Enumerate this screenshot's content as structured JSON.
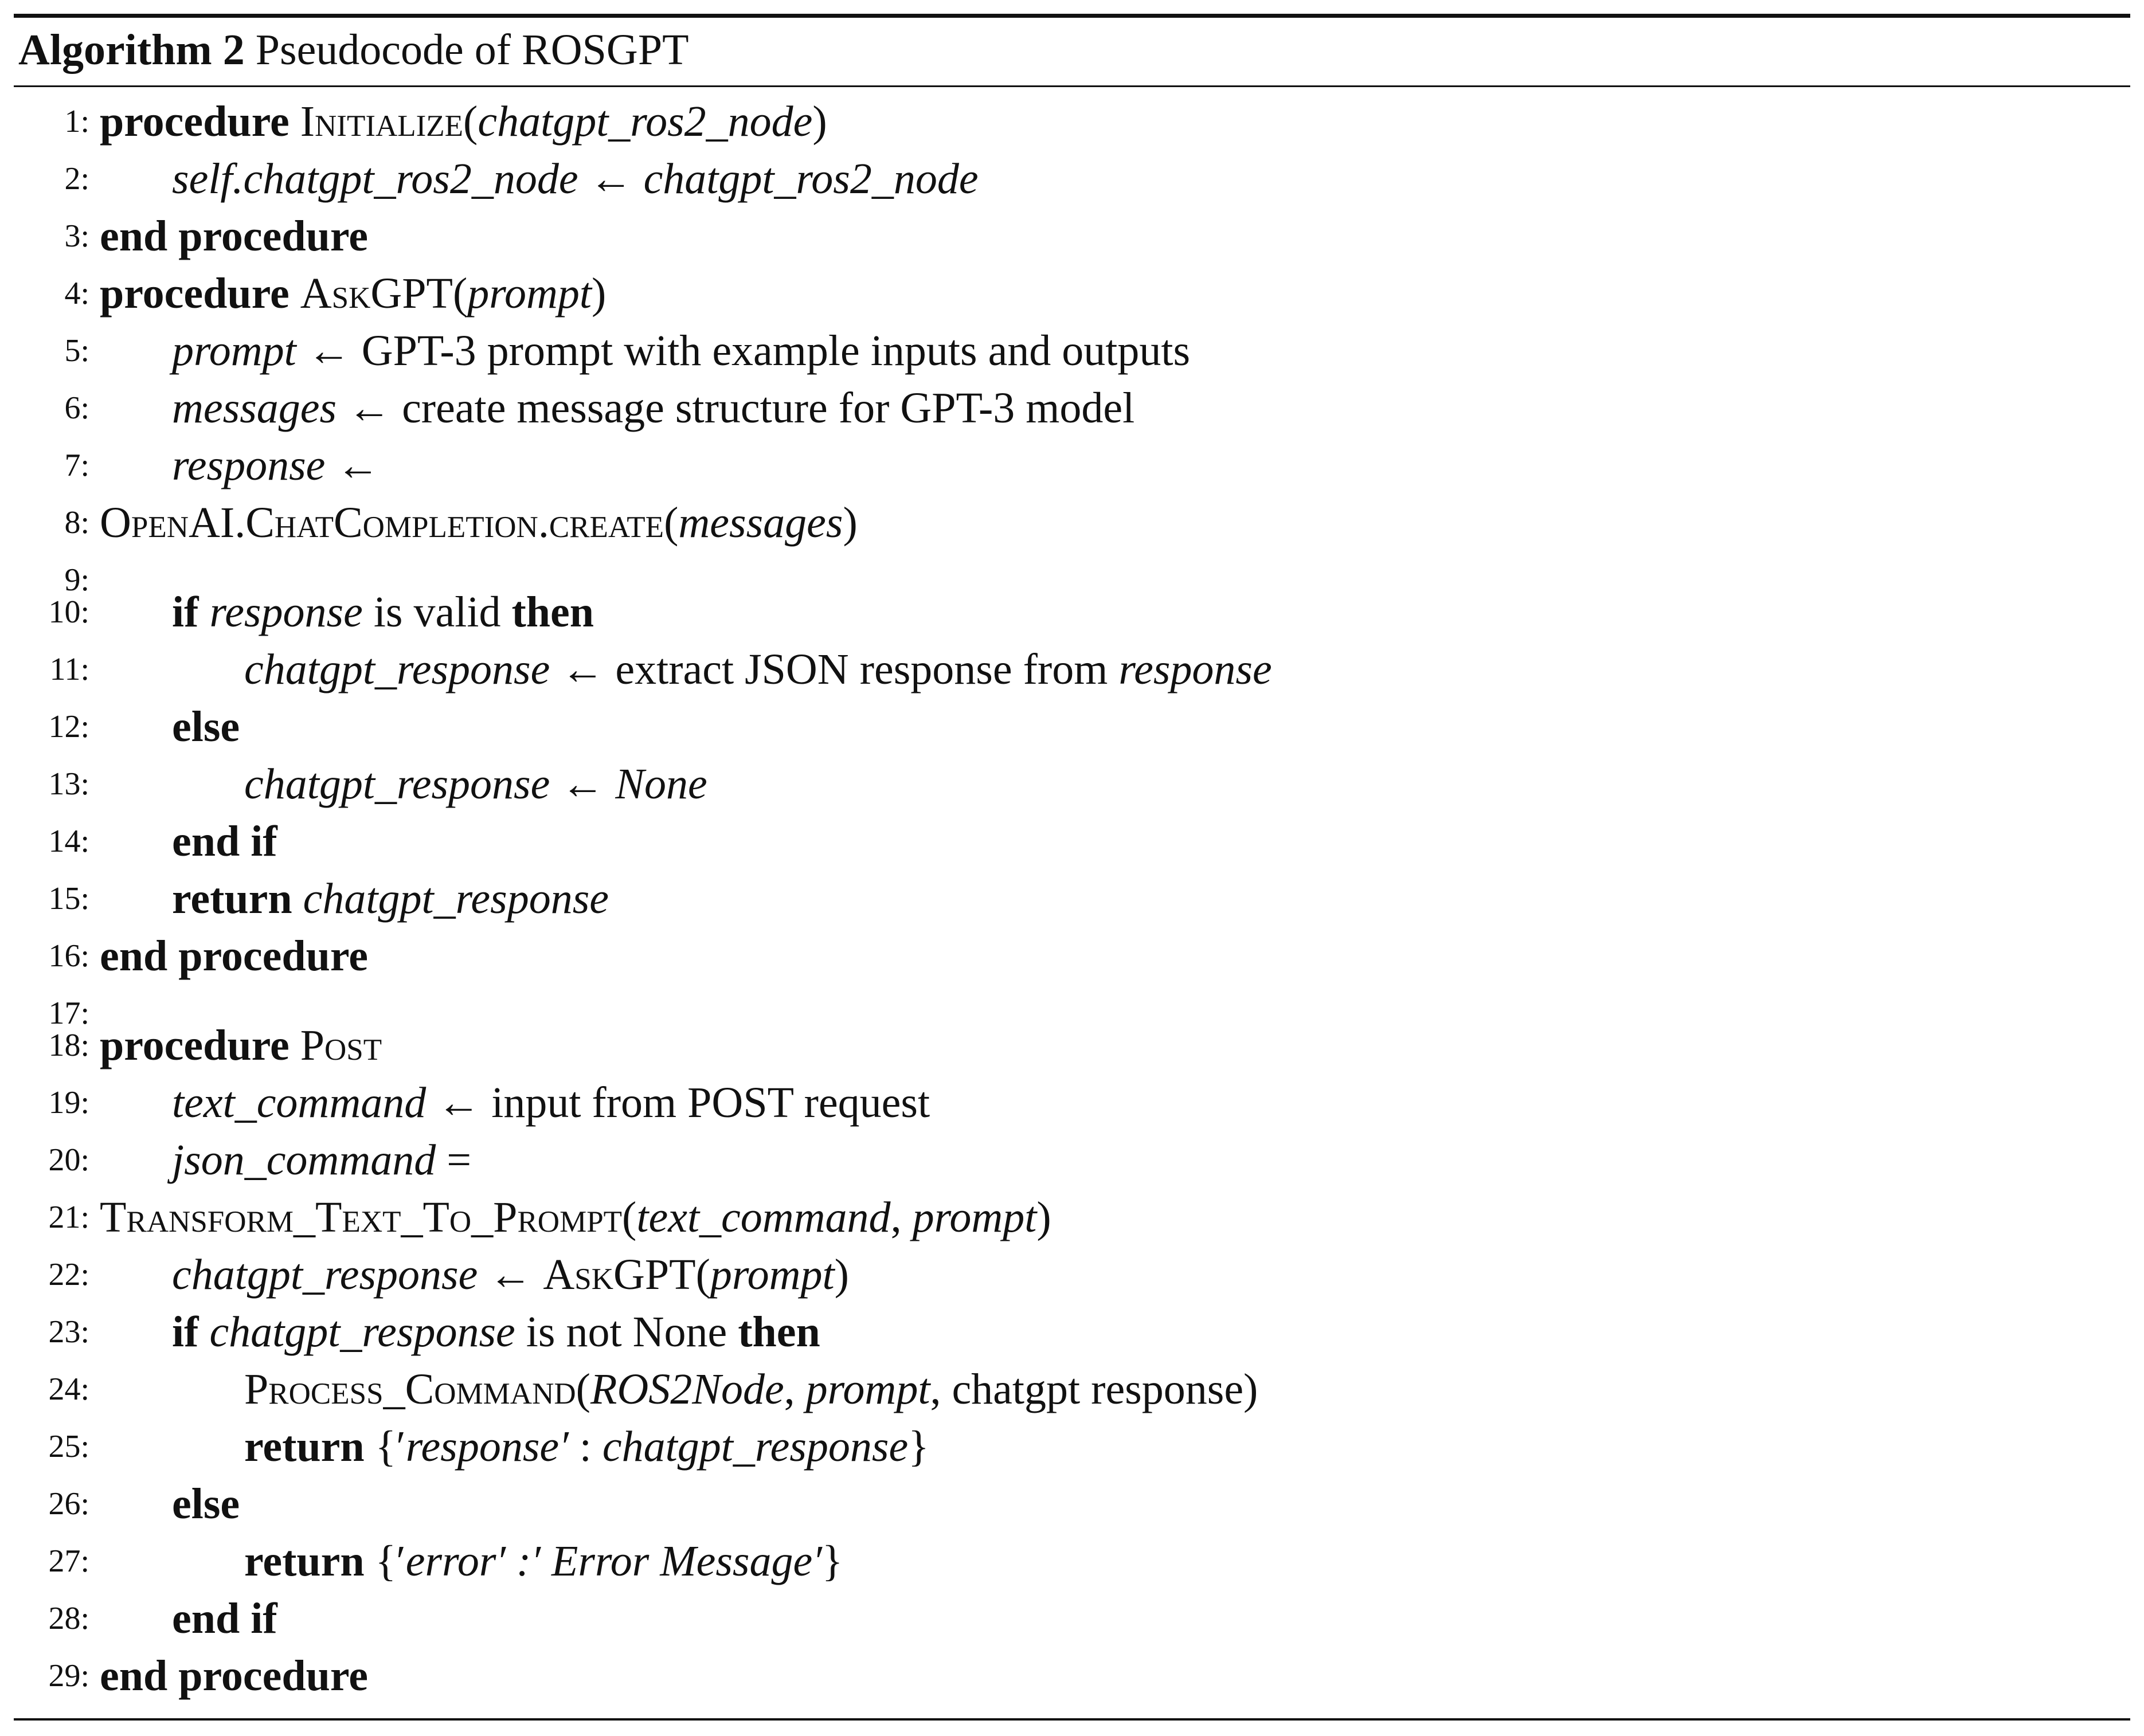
{
  "algorithm": {
    "label": "Algorithm 2",
    "title": "Pseudocode of ROSGPT",
    "lines": [
      {
        "n": "1:",
        "indent": 0,
        "segs": [
          {
            "t": "procedure ",
            "s": "kw"
          },
          {
            "t": "Initialize",
            "s": "sc"
          },
          {
            "t": "(",
            "s": ""
          },
          {
            "t": "chatgpt_ros2_node",
            "s": "it"
          },
          {
            "t": ")",
            "s": ""
          }
        ]
      },
      {
        "n": "2:",
        "indent": 1,
        "segs": [
          {
            "t": "self.chatgpt_ros2_node",
            "s": "it"
          },
          {
            "t": " ← ",
            "s": ""
          },
          {
            "t": "chatgpt_ros2_node",
            "s": "it"
          }
        ]
      },
      {
        "n": "3:",
        "indent": 0,
        "segs": [
          {
            "t": "end procedure",
            "s": "kw"
          }
        ]
      },
      {
        "n": "4:",
        "indent": 0,
        "segs": [
          {
            "t": "procedure ",
            "s": "kw"
          },
          {
            "t": "AskGPT",
            "s": "sc"
          },
          {
            "t": "(",
            "s": ""
          },
          {
            "t": "prompt",
            "s": "it"
          },
          {
            "t": ")",
            "s": ""
          }
        ]
      },
      {
        "n": "5:",
        "indent": 1,
        "segs": [
          {
            "t": "prompt",
            "s": "it"
          },
          {
            "t": " ← GPT-3 prompt with example inputs and outputs",
            "s": ""
          }
        ]
      },
      {
        "n": "6:",
        "indent": 1,
        "segs": [
          {
            "t": "messages",
            "s": "it"
          },
          {
            "t": " ← create message structure for GPT-3 model",
            "s": ""
          }
        ]
      },
      {
        "n": "7:",
        "indent": 1,
        "segs": [
          {
            "t": "response",
            "s": "it"
          },
          {
            "t": " ←",
            "s": ""
          }
        ]
      },
      {
        "n": "8:",
        "indent": 0,
        "segs": [
          {
            "t": "OpenAI.ChatCompletion.create",
            "s": "sc"
          },
          {
            "t": "(",
            "s": ""
          },
          {
            "t": "messages",
            "s": "it"
          },
          {
            "t": ")",
            "s": ""
          }
        ]
      },
      {
        "n": "9:",
        "indent": 0,
        "short": true,
        "segs": []
      },
      {
        "n": "10:",
        "indent": 1,
        "segs": [
          {
            "t": "if ",
            "s": "kw"
          },
          {
            "t": "response",
            "s": "it"
          },
          {
            "t": " is valid ",
            "s": ""
          },
          {
            "t": "then",
            "s": "kw"
          }
        ]
      },
      {
        "n": "11:",
        "indent": 2,
        "segs": [
          {
            "t": "chatgpt_response",
            "s": "it"
          },
          {
            "t": " ← extract JSON response from ",
            "s": ""
          },
          {
            "t": "response",
            "s": "it"
          }
        ]
      },
      {
        "n": "12:",
        "indent": 1,
        "segs": [
          {
            "t": "else",
            "s": "kw"
          }
        ]
      },
      {
        "n": "13:",
        "indent": 2,
        "segs": [
          {
            "t": "chatgpt_response",
            "s": "it"
          },
          {
            "t": " ← ",
            "s": ""
          },
          {
            "t": "None",
            "s": "it"
          }
        ]
      },
      {
        "n": "14:",
        "indent": 1,
        "segs": [
          {
            "t": "end if",
            "s": "kw"
          }
        ]
      },
      {
        "n": "15:",
        "indent": 1,
        "segs": [
          {
            "t": "return ",
            "s": "kw"
          },
          {
            "t": "chatgpt_response",
            "s": "it"
          }
        ]
      },
      {
        "n": "16:",
        "indent": 0,
        "segs": [
          {
            "t": "end procedure",
            "s": "kw"
          }
        ]
      },
      {
        "n": "17:",
        "indent": 0,
        "short": true,
        "segs": []
      },
      {
        "n": "18:",
        "indent": 0,
        "segs": [
          {
            "t": "procedure ",
            "s": "kw"
          },
          {
            "t": "Post",
            "s": "sc"
          }
        ]
      },
      {
        "n": "19:",
        "indent": 1,
        "segs": [
          {
            "t": "text_command",
            "s": "it"
          },
          {
            "t": " ← input from POST request",
            "s": ""
          }
        ]
      },
      {
        "n": "20:",
        "indent": 1,
        "segs": [
          {
            "t": "json_command",
            "s": "it"
          },
          {
            "t": " =",
            "s": ""
          }
        ]
      },
      {
        "n": "21:",
        "indent": 0,
        "segs": [
          {
            "t": "Transform_Text_To_Prompt",
            "s": "sc"
          },
          {
            "t": "(",
            "s": ""
          },
          {
            "t": "text_command",
            "s": "it"
          },
          {
            "t": ", ",
            "s": ""
          },
          {
            "t": "prompt",
            "s": "it"
          },
          {
            "t": ")",
            "s": ""
          }
        ]
      },
      {
        "n": "22:",
        "indent": 1,
        "segs": [
          {
            "t": "chatgpt_response",
            "s": "it"
          },
          {
            "t": " ← ",
            "s": ""
          },
          {
            "t": "AskGPT",
            "s": "sc"
          },
          {
            "t": "(",
            "s": ""
          },
          {
            "t": "prompt",
            "s": "it"
          },
          {
            "t": ")",
            "s": ""
          }
        ]
      },
      {
        "n": "23:",
        "indent": 1,
        "segs": [
          {
            "t": "if ",
            "s": "kw"
          },
          {
            "t": "chatgpt_response",
            "s": "it"
          },
          {
            "t": " is not None ",
            "s": ""
          },
          {
            "t": "then",
            "s": "kw"
          }
        ]
      },
      {
        "n": "24:",
        "indent": 2,
        "segs": [
          {
            "t": "Process_Command",
            "s": "sc"
          },
          {
            "t": "(",
            "s": ""
          },
          {
            "t": "ROS2Node",
            "s": "it"
          },
          {
            "t": ", ",
            "s": ""
          },
          {
            "t": "prompt",
            "s": "it"
          },
          {
            "t": ", chatgpt response)",
            "s": ""
          }
        ]
      },
      {
        "n": "25:",
        "indent": 2,
        "segs": [
          {
            "t": "return ",
            "s": "kw"
          },
          {
            "t": "{′",
            "s": ""
          },
          {
            "t": "response′",
            "s": "it"
          },
          {
            "t": " : ",
            "s": ""
          },
          {
            "t": "chatgpt_response",
            "s": "it"
          },
          {
            "t": "}",
            "s": ""
          }
        ]
      },
      {
        "n": "26:",
        "indent": 1,
        "segs": [
          {
            "t": "else",
            "s": "kw"
          }
        ]
      },
      {
        "n": "27:",
        "indent": 2,
        "segs": [
          {
            "t": "return ",
            "s": "kw"
          },
          {
            "t": "{′",
            "s": ""
          },
          {
            "t": "error′ :′ Error Message′",
            "s": "it"
          },
          {
            "t": "}",
            "s": ""
          }
        ]
      },
      {
        "n": "28:",
        "indent": 1,
        "segs": [
          {
            "t": "end if",
            "s": "kw"
          }
        ]
      },
      {
        "n": "29:",
        "indent": 0,
        "segs": [
          {
            "t": "end procedure",
            "s": "kw"
          }
        ]
      }
    ]
  }
}
